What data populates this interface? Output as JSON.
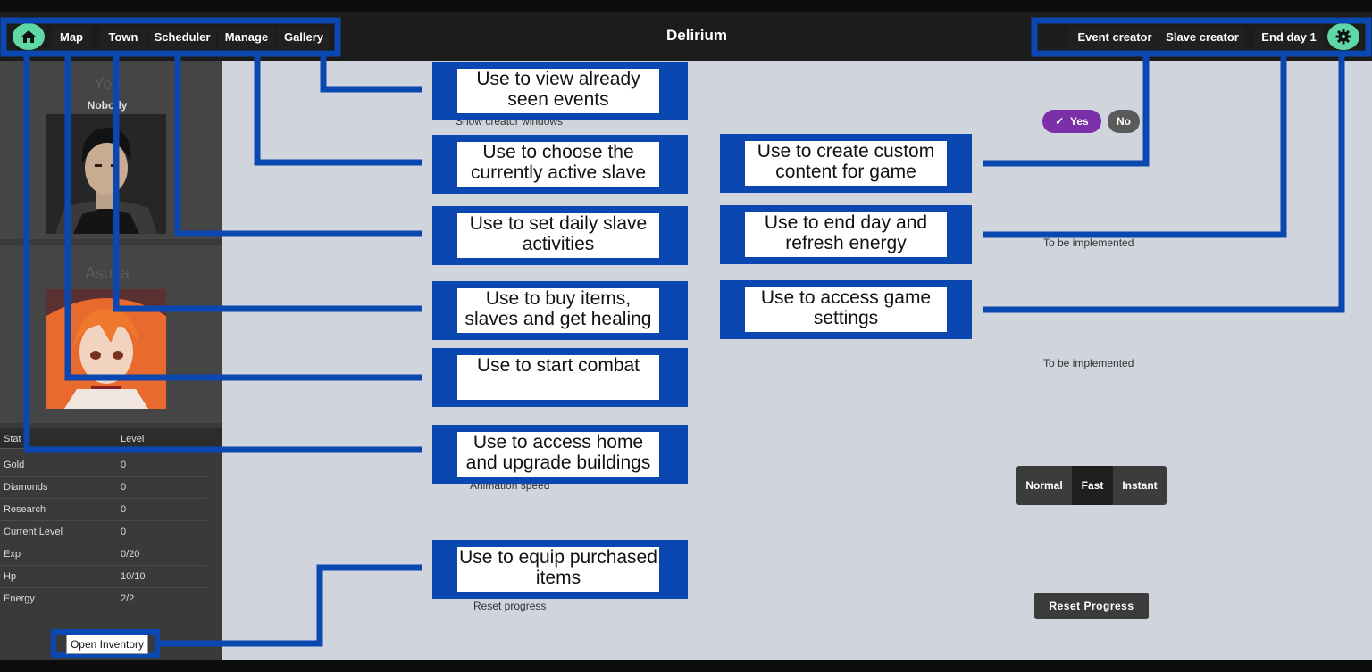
{
  "app": {
    "title": "Delirium"
  },
  "nav": {
    "left": [
      "Map",
      "Town",
      "Scheduler",
      "Manage",
      "Gallery"
    ],
    "right": [
      "Event creator",
      "Slave creator",
      "End day 1"
    ]
  },
  "icons": {
    "home": "home-icon",
    "settings": "gear-icon"
  },
  "colors": {
    "accent": "#5fd8a5",
    "overlay": "#0a47b0",
    "toggle_yes": "#7b2fa8"
  },
  "sidebar": {
    "player": {
      "heading": "You",
      "name": "Nobody"
    },
    "slave": {
      "heading": "Asuka"
    },
    "stats": {
      "headers": [
        "Stat",
        "Level"
      ],
      "rows": [
        [
          "Gold",
          "0"
        ],
        [
          "Diamonds",
          "0"
        ],
        [
          "Research",
          "0"
        ],
        [
          "Current Level",
          "0"
        ],
        [
          "Exp",
          "0/20"
        ],
        [
          "Hp",
          "10/10"
        ],
        [
          "Energy",
          "2/2"
        ]
      ]
    },
    "inventory_button": "Open Inventory"
  },
  "settings": {
    "show_creator_label": "Show creator windows",
    "yes": "Yes",
    "no": "No",
    "placeholder_1": "To be implemented",
    "placeholder_2": "To be implemented",
    "animation_speed_label": "Animation speed",
    "speed_options": [
      "Normal",
      "Fast",
      "Instant"
    ],
    "speed_selected": "Fast",
    "reset_label": "Reset progress",
    "reset_button": "Reset Progress"
  },
  "callouts": {
    "gallery": "Use to view already seen events",
    "manage": "Use to choose the currently active slave",
    "scheduler": "Use to set daily slave activities",
    "town": "Use to buy items, slaves and get healing",
    "map": "Use to start combat",
    "home": "Use to access home and upgrade buildings",
    "inventory": "Use to equip purchased items",
    "creator": "Use to create custom content for game",
    "endday": "Use to end day and refresh energy",
    "settings": "Use to access game settings"
  }
}
